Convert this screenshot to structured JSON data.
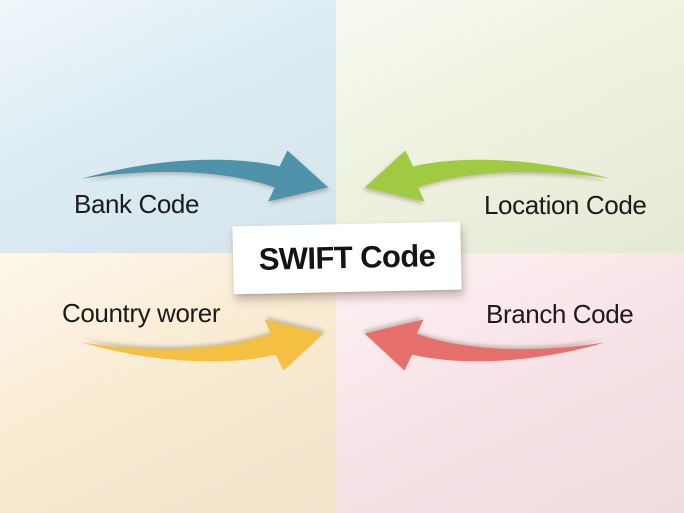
{
  "diagram": {
    "center": {
      "label": "SWIFT Code",
      "box_color": "#ffffff",
      "text_color": "#141416"
    },
    "quadrants": [
      {
        "name": "bank-code",
        "position": "top-left",
        "label": "Bank Code",
        "bg_color": "#dcecf4",
        "arrow_color": "#4e93a9",
        "arrow_points": "toward-center-down-right"
      },
      {
        "name": "location-code",
        "position": "top-right",
        "label": "Location Code",
        "bg_color": "#eef2df",
        "arrow_color": "#a0ca41",
        "arrow_points": "toward-center-down-left"
      },
      {
        "name": "country-code",
        "position": "bottom-left",
        "label": "Country worer",
        "bg_color": "#f9ecd3",
        "arrow_color": "#f5bf42",
        "arrow_points": "toward-center-up-right"
      },
      {
        "name": "branch-code",
        "position": "bottom-right",
        "label": "Branch Code",
        "bg_color": "#f8e4e8",
        "arrow_color": "#e7706d",
        "arrow_points": "toward-center-up-left"
      }
    ]
  }
}
